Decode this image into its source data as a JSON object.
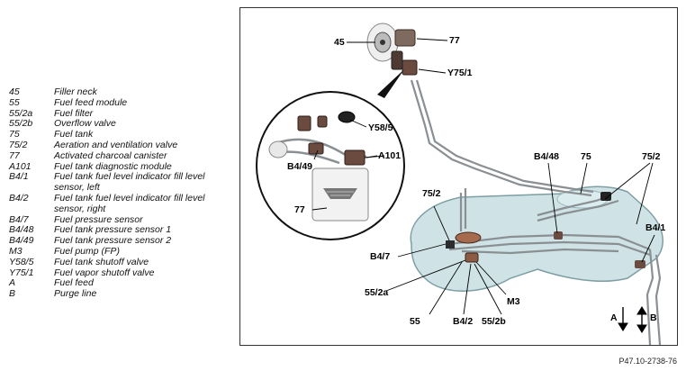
{
  "legend": [
    {
      "code": "45",
      "desc": "Filler neck"
    },
    {
      "code": "55",
      "desc": "Fuel feed module"
    },
    {
      "code": "55/2a",
      "desc": "Fuel filter"
    },
    {
      "code": "55/2b",
      "desc": "Overflow valve"
    },
    {
      "code": "75",
      "desc": "Fuel tank"
    },
    {
      "code": "75/2",
      "desc": "Aeration and ventilation valve"
    },
    {
      "code": "77",
      "desc": "Activated charcoal canister"
    },
    {
      "code": "A101",
      "desc": "Fuel tank diagnostic module"
    },
    {
      "code": "B4/1",
      "desc": "Fuel tank fuel level indicator fill level sensor, left"
    },
    {
      "code": "B4/2",
      "desc": "Fuel tank fuel level indicator fill level sensor, right"
    },
    {
      "code": "B4/7",
      "desc": "Fuel pressure sensor"
    },
    {
      "code": "B4/48",
      "desc": "Fuel tank pressure sensor 1"
    },
    {
      "code": "B4/49",
      "desc": "Fuel tank pressure sensor 2"
    },
    {
      "code": "M3",
      "desc": "Fuel pump (FP)"
    },
    {
      "code": "Y58/5",
      "desc": "Fuel tank shutoff valve"
    },
    {
      "code": "Y75/1",
      "desc": "Fuel vapor shutoff valve"
    },
    {
      "code": "A",
      "desc": "Fuel feed"
    },
    {
      "code": "B",
      "desc": "Purge line"
    }
  ],
  "callouts": {
    "c45": "45",
    "c77top": "77",
    "cY75_1": "Y75/1",
    "cY58_5": "Y58/5",
    "cA101": "A101",
    "cB4_49": "B4/49",
    "c77inset": "77",
    "cB4_48": "B4/48",
    "c75": "75",
    "c75_2right": "75/2",
    "c75_2left": "75/2",
    "cB4_1": "B4/1",
    "cB4_7": "B4/7",
    "c55_2a": "55/2a",
    "cM3": "M3",
    "c55": "55",
    "cB4_2": "B4/2",
    "c55_2b": "55/2b",
    "cA": "A",
    "cB": "B"
  },
  "reference_code": "P47.10-2738-76",
  "colors": {
    "tank_fill": "#cfe3e6",
    "tank_stroke": "#7d9ea3",
    "pipe": "#8a8f93",
    "component": "#6b4a3f"
  }
}
